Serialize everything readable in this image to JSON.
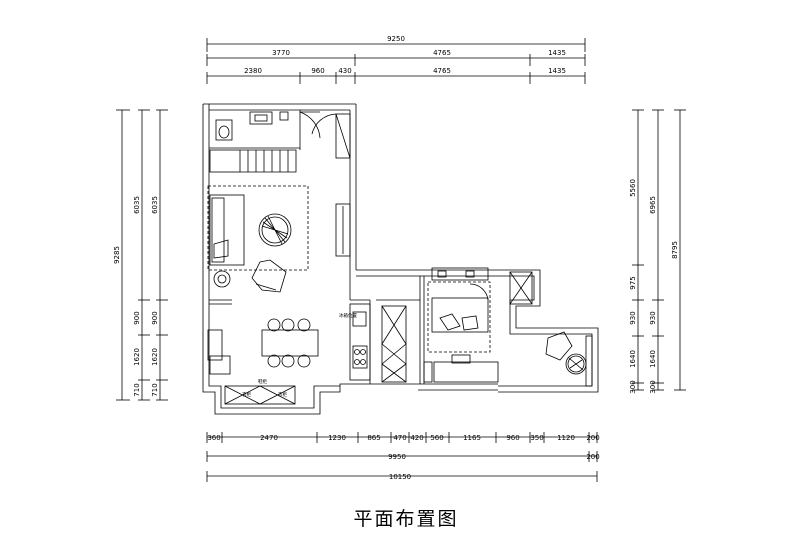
{
  "title": "平面布置图",
  "dims": {
    "top_total": "9250",
    "top_row1": [
      "3770",
      "4765",
      "1435"
    ],
    "top_row2": [
      "2380",
      "960",
      "430",
      "4765",
      "1435"
    ],
    "bottom_row1": [
      "360",
      "2470",
      "1230",
      "865",
      "470",
      "420",
      "560",
      "1165",
      "960",
      "350",
      "1120",
      "200"
    ],
    "bottom_total_a": "9950",
    "bottom_total_a_end": "200",
    "bottom_total_b": "10150",
    "left_total": "9285",
    "left_a": [
      "6035",
      "900",
      "1620",
      "710"
    ],
    "left_b": [
      "6035",
      "900",
      "1620",
      "710"
    ],
    "right_a": [
      "5560",
      "975",
      "930",
      "1640",
      "300"
    ],
    "right_b": [
      "6965",
      "930",
      "1640",
      "300"
    ],
    "right_total": "8795"
  },
  "tags": {
    "fridge": "冰箱位置",
    "cabinet": "鞋柜",
    "wardrobe_a": "衣柜",
    "wardrobe_b": "衣柜"
  }
}
